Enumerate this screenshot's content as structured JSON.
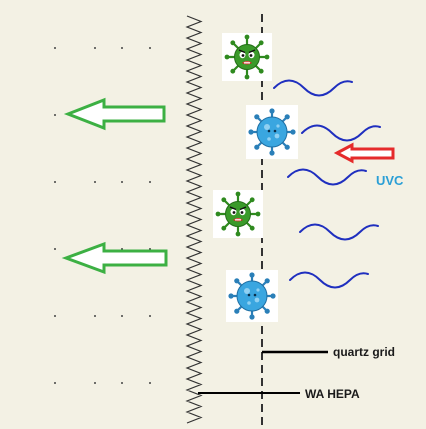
{
  "labels": {
    "uvc": "UVC",
    "quartz_grid": "quartz grid",
    "wa_hepa": "WA HEPA"
  },
  "colors": {
    "background": "#f3f1e4",
    "airflow_arrow": "#3cb043",
    "uv_arrow": "#e52b2b",
    "uv_wave": "#1f2fbf",
    "uvc_label": "#2a9fd6",
    "leader_line": "#000000",
    "virus_green": "#3a9a2a",
    "virus_blue": "#3aa6e0"
  },
  "icons": {
    "green_virus": "angry-green-virus-icon",
    "blue_virus": "blue-virus-icon",
    "airflow_arrow": "left-hollow-arrow-icon",
    "uv_arrow": "left-hollow-arrow-icon",
    "uv_wave": "wave-icon"
  }
}
